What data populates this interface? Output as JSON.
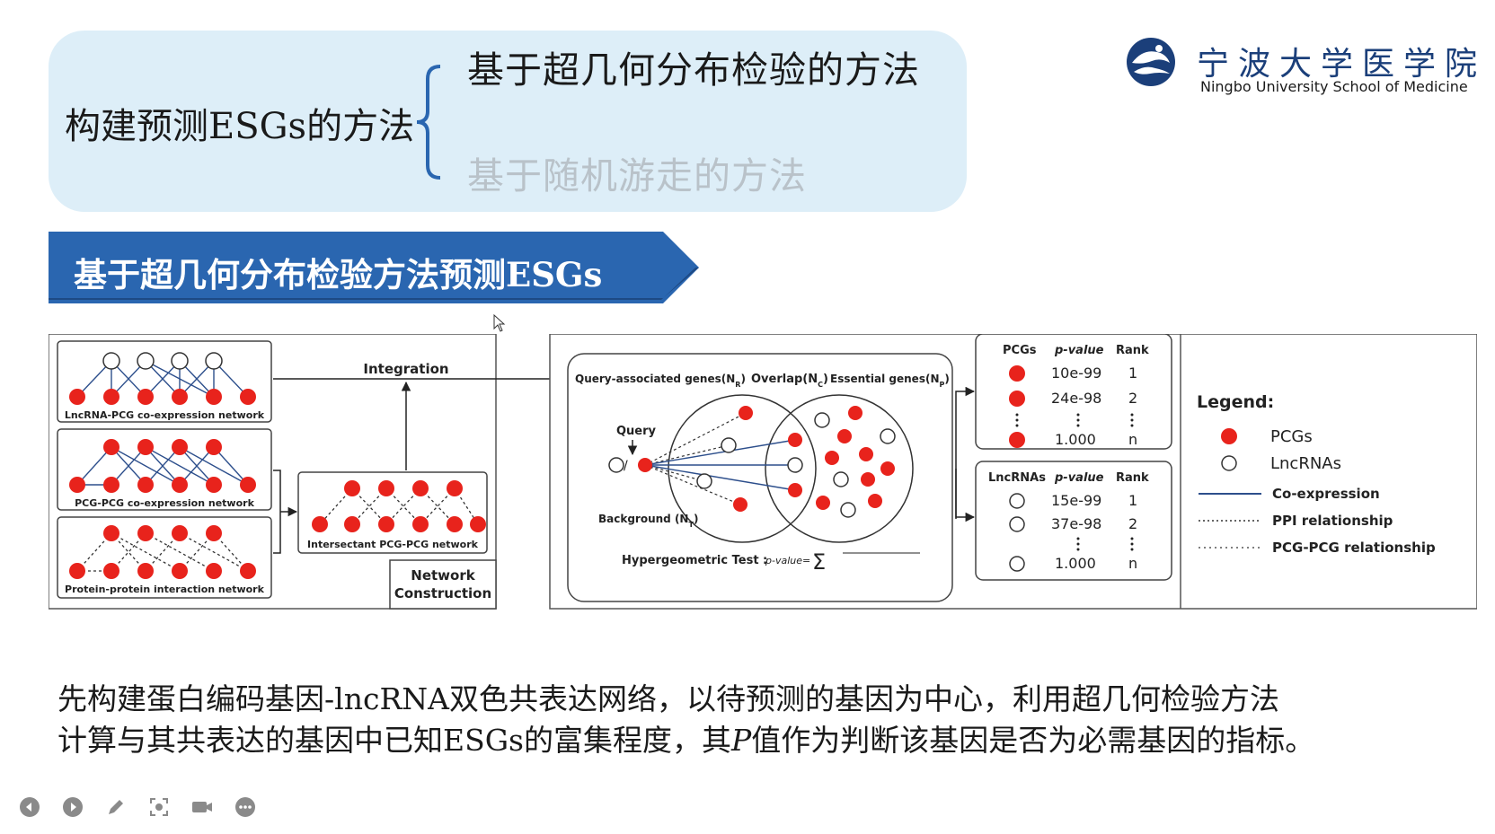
{
  "header": {
    "main_title": "构建预测ESGs的方法",
    "method_1": "基于超几何分布检验的方法",
    "method_2": "基于随机游走的方法"
  },
  "logo": {
    "cn_name": "宁波大学医学院",
    "en_name": "Ningbo University School of Medicine"
  },
  "section_banner": "基于超几何分布检验方法预测ESGs",
  "diagram": {
    "networks": {
      "lncrna_pcg": "LncRNA-PCG co-expression network",
      "pcg_pcg": "PCG-PCG co-expression network",
      "ppi": "Protein-protein interaction network",
      "intersectant": "Intersectant PCG-PCG network"
    },
    "integration_label": "Integration",
    "network_construction_line1": "Network",
    "network_construction_line2": "Construction",
    "venn": {
      "query_associated": "Query-associated genes(N",
      "query_associated_sub": "R",
      "overlap": "Overlap(N",
      "overlap_sub": "C",
      "essential": "Essential  genes(N",
      "essential_sub": "P",
      "close_paren": ")",
      "query_label": "Query",
      "background": "Background (N",
      "background_sub": "T",
      "hypergeo_label": "Hypergeometric Test :",
      "pvalue_label": "p-value="
    },
    "pcg_table": {
      "headers": [
        "PCGs",
        "p-value",
        "Rank"
      ],
      "rows": [
        {
          "pvalue": "10e-99",
          "rank": "1"
        },
        {
          "pvalue": "24e-98",
          "rank": "2"
        },
        {
          "pvalue": "1.000",
          "rank": "n"
        }
      ]
    },
    "lnc_table": {
      "headers": [
        "LncRNAs",
        "p-value",
        "Rank"
      ],
      "rows": [
        {
          "pvalue": "15e-99",
          "rank": "1"
        },
        {
          "pvalue": "37e-98",
          "rank": "2"
        },
        {
          "pvalue": "1.000",
          "rank": "n"
        }
      ]
    },
    "legend": {
      "title": "Legend:",
      "pcgs": "PCGs",
      "lncrnas": "LncRNAs",
      "coexpression": "Co-expression",
      "ppi": "PPI relationship",
      "pcg_pcg": "PCG-PCG relationship"
    },
    "colors": {
      "pcg_node": "#e8231c",
      "coexpression_line": "#2d4f8c",
      "banner": "#2a66b0"
    }
  },
  "body_text": {
    "line1": "先构建蛋白编码基因-lncRNA双色共表达网络，以待预测的基因为中心，利用超几何检验方法",
    "line2_a": "计算与其共表达的基因中已知ESGs的富集程度，其",
    "line2_p": "P",
    "line2_b": "值作为判断该基因是否为必需基因的指标。"
  },
  "toolbar": {
    "icons": [
      "previous-icon",
      "next-icon",
      "pen-icon",
      "screenshot-icon",
      "camera-icon",
      "more-icon"
    ]
  }
}
